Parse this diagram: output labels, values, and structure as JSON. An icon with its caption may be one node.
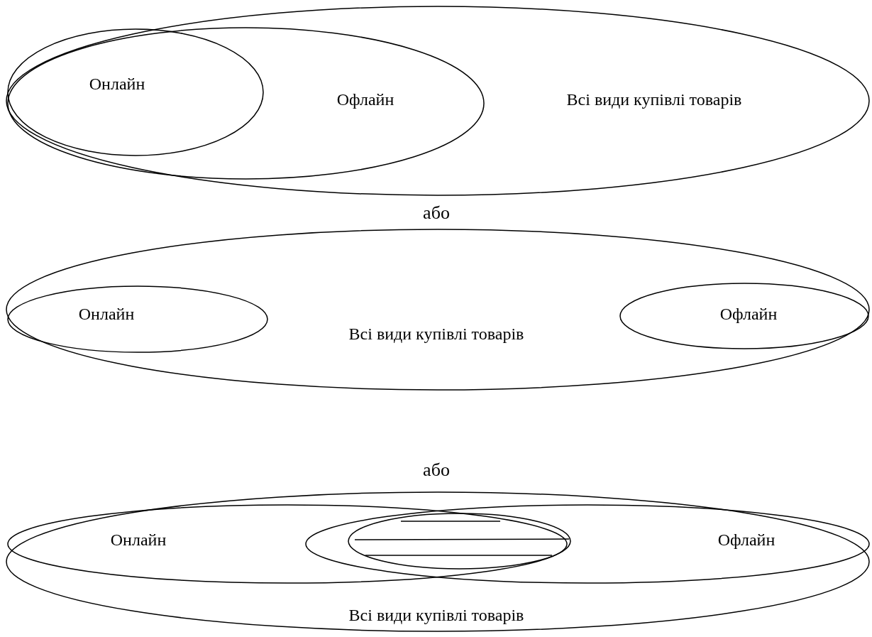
{
  "diagram": {
    "nodes": [
      {
        "text": [
          "Всі види купівлі товарів"
        ]
      },
      {
        "text": [
          "Офлайн"
        ],
        "in": 0
      },
      {
        "text": [
          "Онлайн"
        ],
        "in": 1
      },
      {
        "text": [
          "Всі види купівлі товарів"
        ]
      },
      {
        "text": [
          "Онлайн"
        ],
        "in": 3
      },
      {
        "text": [
          "Офлайн"
        ],
        "in": 3
      },
      {
        "text": [
          "Всі види купівлі товарів"
        ]
      },
      {
        "text": [
          "Онлайн"
        ],
        "in": 6
      },
      {
        "text": [
          "Офлайн"
        ],
        "in": 6
      },
      {
        "text": [],
        "shape": "ellipse"
      }
    ],
    "edges": [],
    "labels": [
      "або",
      "або"
    ]
  }
}
